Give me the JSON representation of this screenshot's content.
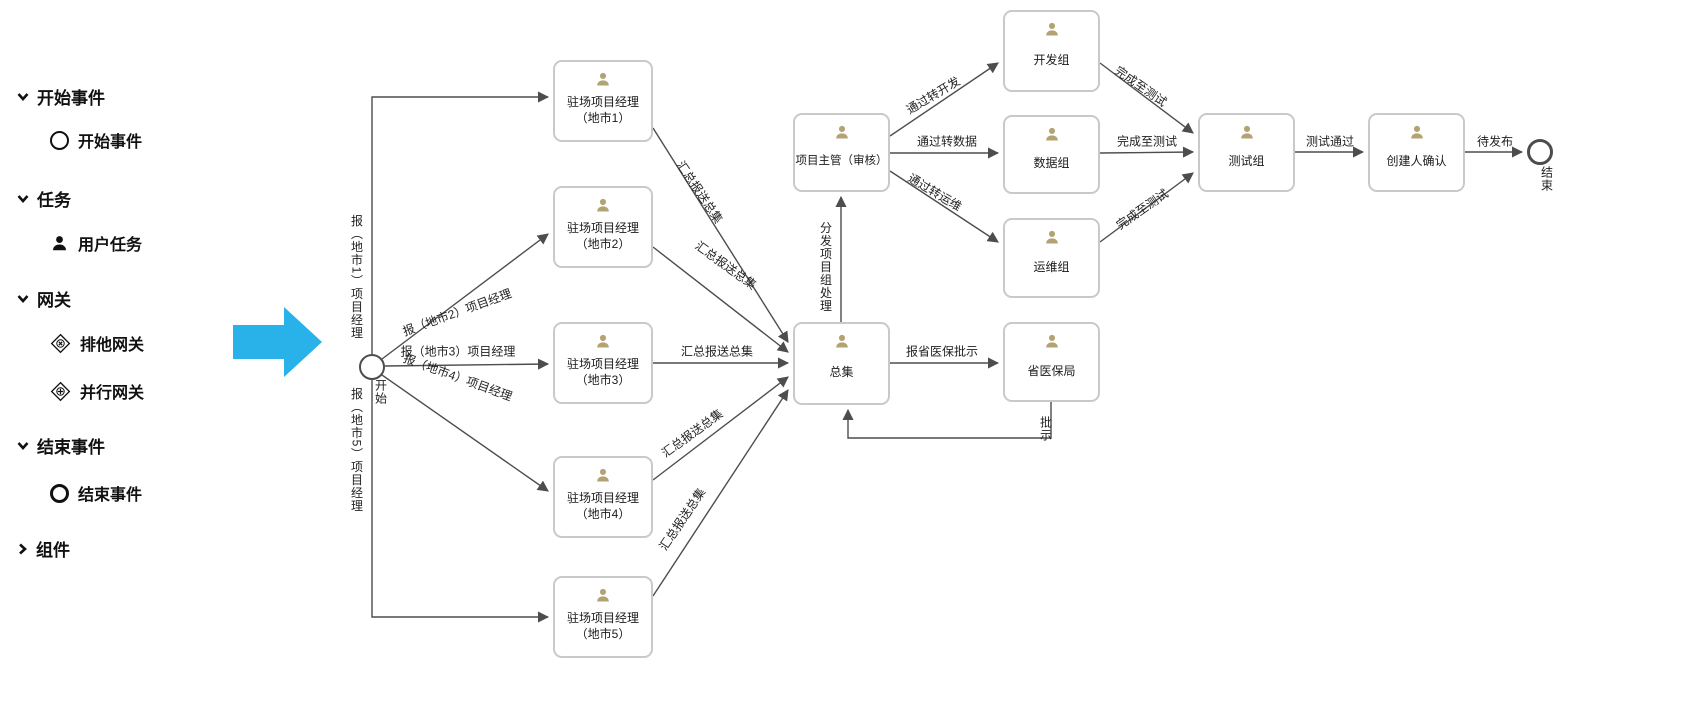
{
  "palette": {
    "groups": [
      {
        "label": "开始事件",
        "expanded": true,
        "items": [
          {
            "icon": "start-event",
            "label": "开始事件"
          }
        ]
      },
      {
        "label": "任务",
        "expanded": true,
        "items": [
          {
            "icon": "user-task",
            "label": "用户任务"
          }
        ]
      },
      {
        "label": "网关",
        "expanded": true,
        "items": [
          {
            "icon": "exclusive-gateway",
            "label": "排他网关"
          },
          {
            "icon": "parallel-gateway",
            "label": "并行网关"
          }
        ]
      },
      {
        "label": "结束事件",
        "expanded": true,
        "items": [
          {
            "icon": "end-event",
            "label": "结束事件"
          }
        ]
      },
      {
        "label": "组件",
        "expanded": false,
        "items": []
      }
    ]
  },
  "diagram": {
    "start_event": {
      "label": "开始"
    },
    "end_event": {
      "label": "结束"
    },
    "nodes": [
      {
        "icon": "user",
        "label": "驻场项目经理（地市1）"
      },
      {
        "icon": "user",
        "label": "驻场项目经理（地市2）"
      },
      {
        "icon": "user",
        "label": "驻场项目经理（地市3）"
      },
      {
        "icon": "user",
        "label": "驻场项目经理（地市4）"
      },
      {
        "icon": "user",
        "label": "驻场项目经理（地市5）"
      },
      {
        "icon": "user",
        "label": "总集"
      },
      {
        "icon": "user",
        "label": "项目主管（审核）"
      },
      {
        "icon": "user",
        "label": "开发组"
      },
      {
        "icon": "user",
        "label": "数据组"
      },
      {
        "icon": "user",
        "label": "运维组"
      },
      {
        "icon": "user",
        "label": "测试组"
      },
      {
        "icon": "user",
        "label": "创建人确认"
      },
      {
        "icon": "user",
        "label": "省医保局"
      }
    ],
    "edge_labels": [
      {
        "text": "报（地市1）项目经理"
      },
      {
        "text": "报（地市2）项目经理"
      },
      {
        "text": "报（地市3）项目经理"
      },
      {
        "text": "报（地市4）项目经理"
      },
      {
        "text": "报（地市5）项目经理"
      },
      {
        "text": "汇总报送总集"
      },
      {
        "text": "汇总报送总集"
      },
      {
        "text": "汇总报送总集"
      },
      {
        "text": "汇总报送总集"
      },
      {
        "text": "汇总报送总集"
      },
      {
        "text": "分发项目组处理"
      },
      {
        "text": "通过转开发"
      },
      {
        "text": "通过转数据"
      },
      {
        "text": "通过转运维"
      },
      {
        "text": "完成至测试"
      },
      {
        "text": "完成至测试"
      },
      {
        "text": "完成至测试"
      },
      {
        "text": "测试通过"
      },
      {
        "text": "待发布"
      },
      {
        "text": "报省医保批示"
      },
      {
        "text": "批示"
      }
    ]
  },
  "colors": {
    "edge": "#4d4d4d",
    "node_border": "#c9c9c9",
    "person_icon": "#b3a272",
    "arrow_accent": "#29b1ea",
    "text": "#1a1a1a"
  }
}
